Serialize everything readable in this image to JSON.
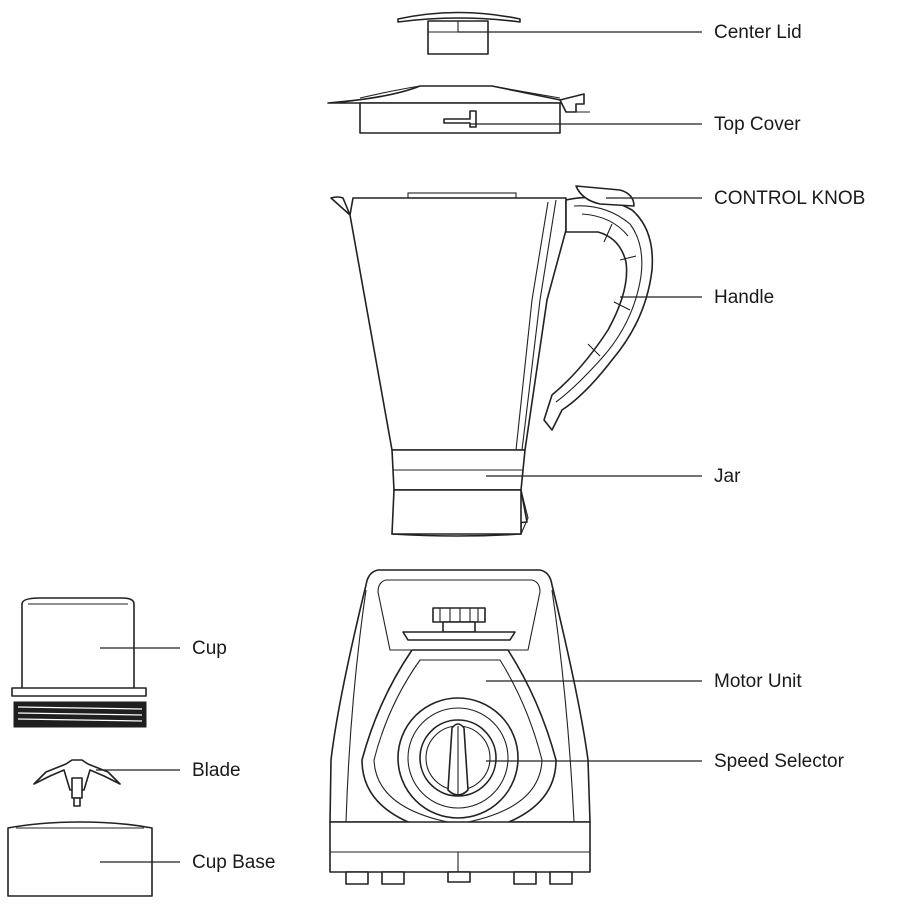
{
  "labels": {
    "center_lid": "Center Lid",
    "top_cover": "Top Cover",
    "control_knob": "CONTROL KNOB",
    "handle": "Handle",
    "jar": "Jar",
    "cup": "Cup",
    "motor_unit": "Motor Unit",
    "blade": "Blade",
    "speed_selector": "Speed Selector",
    "cup_base": "Cup Base"
  }
}
